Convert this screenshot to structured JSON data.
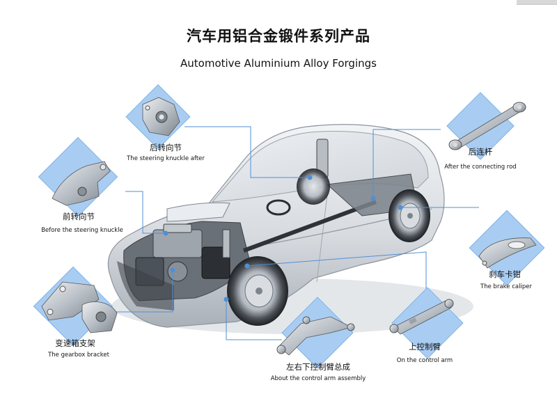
{
  "title_zh": "汽车用铝合金锻件系列产品",
  "title_en": "Automotive Aluminium Alloy Forgings",
  "colors": {
    "accent_line": "#4f8fd6",
    "diamond_fill": "#a9cdf2",
    "diamond_stroke": "#7fb2e6",
    "part_metal": "#c5cbd2",
    "car_body": "#d7dbe0"
  },
  "parts": {
    "rear_knuckle": {
      "name_zh": "后转向节",
      "name_en": "The steering knuckle after",
      "icon": "steering-knuckle-rear-icon"
    },
    "rear_rod": {
      "name_zh": "后连杆",
      "name_en": "After the connecting rod",
      "icon": "connecting-rod-icon"
    },
    "front_knuckle": {
      "name_zh": "前转向节",
      "name_en": "Before the steering knuckle",
      "icon": "steering-knuckle-front-icon"
    },
    "brake_caliper": {
      "name_zh": "刹车卡钳",
      "name_en": "The brake caliper",
      "icon": "brake-caliper-icon"
    },
    "gearbox_bracket": {
      "name_zh": "变速箱支架",
      "name_en": "The gearbox bracket",
      "icon": "gearbox-bracket-icon"
    },
    "upper_arm": {
      "name_zh": "上控制臂",
      "name_en": "On the control arm",
      "icon": "upper-control-arm-icon"
    },
    "arm_assembly": {
      "name_zh": "左右下控制臂总成",
      "name_en": "About the control arm assembly",
      "icon": "lower-control-arm-icon"
    }
  }
}
